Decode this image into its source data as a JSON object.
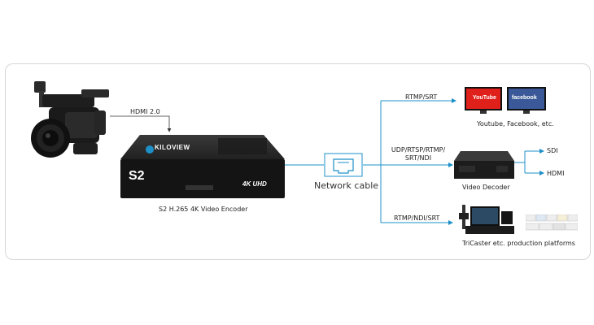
{
  "labels": {
    "hdmi_input": "HDMI 2.0",
    "encoder_caption": "S2 H.265 4K Video Encoder",
    "network_cable": "Network cable",
    "rtmp_srt": "RTMP/SRT",
    "social_caption": "Youtube, Facebook, etc.",
    "udp_line1": "UDP/RTSP/RTMP/",
    "udp_line2": "SRT/NDI",
    "decoder_caption": "Video Decoder",
    "sdi": "SDI",
    "hdmi_output": "HDMI",
    "rtmp_ndi_srt": "RTMP/NDI/SRT",
    "production_caption": "TriCaster etc. production platforms"
  },
  "device": {
    "brand": "KILOVIEW",
    "badge": "4K UHD",
    "model": "S2"
  },
  "screens": {
    "youtube": "YouTube",
    "facebook": "facebook"
  },
  "colors": {
    "connector": "#1e90c8",
    "arrow": "#333333",
    "youtube_red": "#e0201b",
    "facebook_blue": "#3b5998"
  }
}
